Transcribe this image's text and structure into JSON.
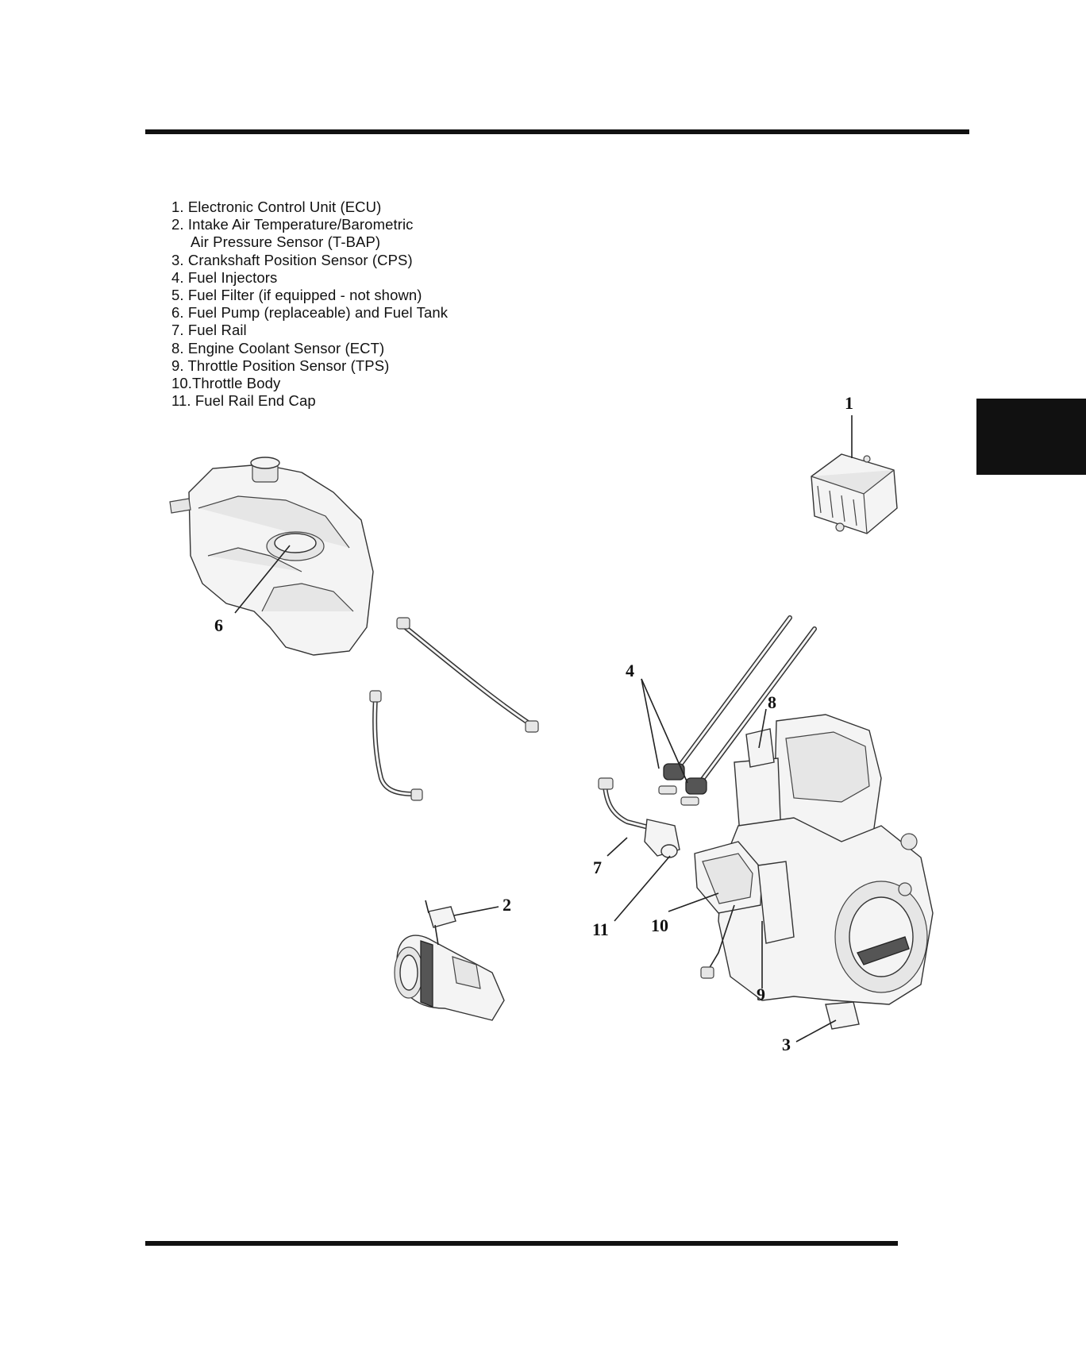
{
  "legend": {
    "items": [
      "1. Electronic Control Unit (ECU)",
      "2. Intake Air Temperature/Barometric",
      "Air Pressure Sensor (T-BAP)",
      "3. Crankshaft Position Sensor (CPS)",
      "4. Fuel Injectors",
      "5. Fuel Filter (if equipped - not shown)",
      "6. Fuel Pump (replaceable) and Fuel Tank",
      "7. Fuel Rail",
      "8. Engine Coolant Sensor (ECT)",
      "9. Throttle Position Sensor (TPS)",
      "10.Throttle Body",
      "11. Fuel Rail End Cap"
    ]
  },
  "callouts": {
    "c1": "1",
    "c2": "2",
    "c3": "3",
    "c4": "4",
    "c6": "6",
    "c7": "7",
    "c8": "8",
    "c9": "9",
    "c10": "10",
    "c11": "11"
  },
  "colors": {
    "ink": "#111111",
    "background": "#ffffff"
  }
}
